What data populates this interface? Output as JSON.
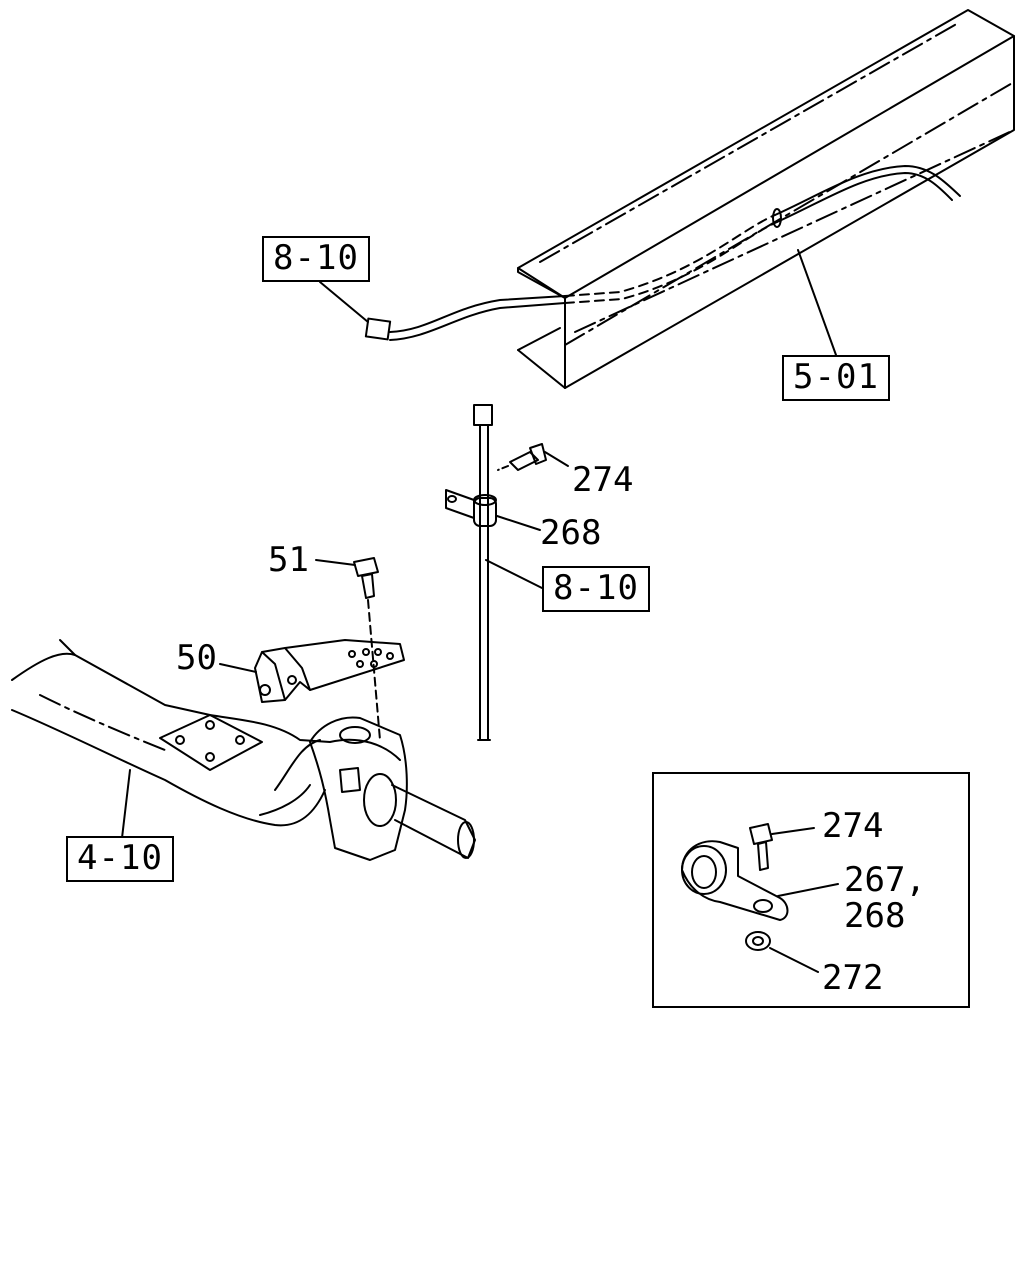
{
  "reference_boxes": {
    "harness_top": "8-10",
    "frame": "5-01",
    "harness_mid": "8-10",
    "axle": "4-10"
  },
  "callouts": {
    "bolt_274": "274",
    "clip_268": "268",
    "bolt_51": "51",
    "bracket_50": "50"
  },
  "inset": {
    "bolt_274": "274",
    "clip_267_268_line1": "267,",
    "clip_267_268_line2": "268",
    "nut_272": "272"
  },
  "colors": {
    "ink": "#000000",
    "paper": "#ffffff"
  }
}
